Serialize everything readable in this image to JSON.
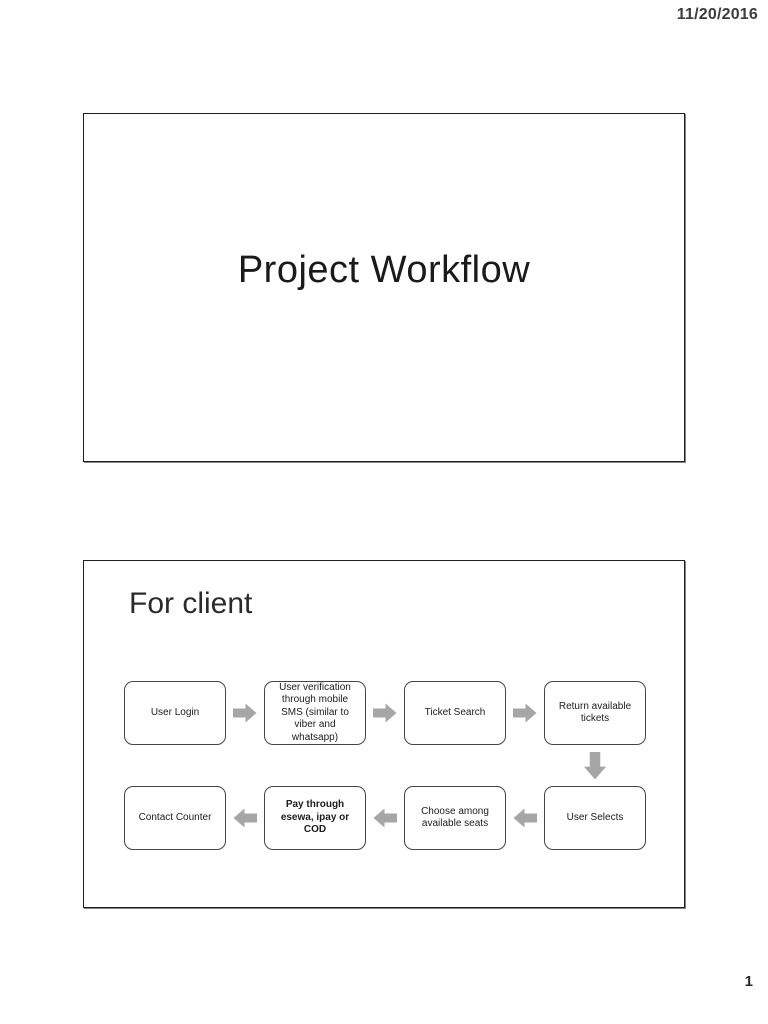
{
  "page": {
    "date": "11/20/2016",
    "page_number": "1"
  },
  "slides": [
    {
      "title": "Project Workflow"
    },
    {
      "heading": "For client",
      "flowchart": {
        "row1": {
          "direction": "right",
          "steps": [
            {
              "label": "User Login",
              "bold": false
            },
            {
              "label": "User verification through mobile SMS (similar to viber and whatsapp)",
              "bold": false
            },
            {
              "label": "Ticket Search",
              "bold": false
            },
            {
              "label": "Return available tickets",
              "bold": false
            }
          ]
        },
        "connector_between_rows": "down-arrow",
        "row2": {
          "direction": "left",
          "steps": [
            {
              "label": "Contact Counter",
              "bold": false
            },
            {
              "label": "Pay through esewa, ipay or COD",
              "bold": true
            },
            {
              "label": "Choose among available seats",
              "bold": false
            },
            {
              "label": "User Selects",
              "bold": false
            }
          ]
        }
      }
    }
  ],
  "colors": {
    "arrow_gray": "#a6a6a6",
    "box_border": "#454545",
    "slide_border": "#1f1f1f",
    "text_dark": "#262626"
  }
}
